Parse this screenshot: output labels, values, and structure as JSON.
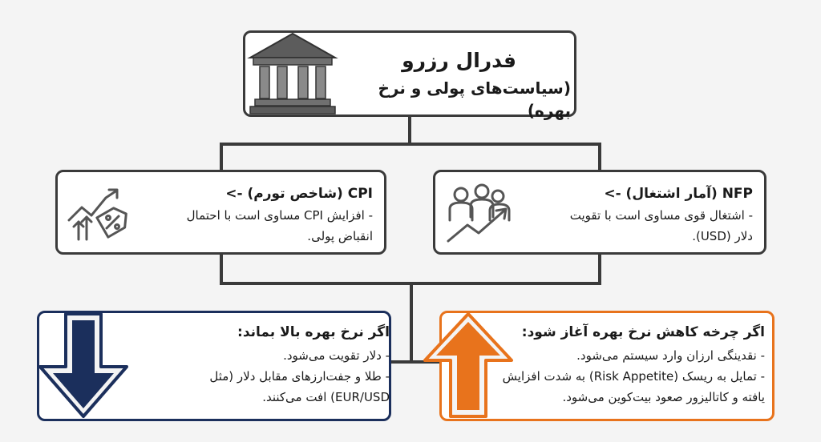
{
  "header": {
    "title": "فدرال رزرو",
    "subtitle": "(سیاست‌های پولی و نرخ بهره)",
    "icon": "bank-building-icon"
  },
  "cpi": {
    "title": "CPI (شاخص تورم) ->",
    "lines": [
      "- افزایش CPI مساوی است با احتمال",
      "انقباض پولی."
    ],
    "icon": "inflation-chart-icon"
  },
  "nfp": {
    "title": "NFP (آمار اشتغال) ->",
    "lines": [
      "- اشتغال قوی مساوی است با تقویت",
      "دلار (USD)."
    ],
    "icon": "employment-growth-icon"
  },
  "high_rate": {
    "title": "اگر نرخ بهره بالا بماند:",
    "lines": [
      "- دلار تقویت می‌شود.",
      "- طلا و جفت‌ارزهای مقابل دلار (مثل",
      "EUR/USD) افت می‌کنند."
    ],
    "icon": "arrow-down-icon",
    "color": "#1b2f5c"
  },
  "rate_cut": {
    "title": "اگر چرخه کاهش نرخ بهره آغاز شود:",
    "lines": [
      "- نقدینگی ارزان وارد سیستم می‌شود.",
      "- تمایل به ریسک (Risk Appetite) به شدت افزایش",
      "یافته و کاتالیزور صعود بیت‌کوین می‌شود."
    ],
    "icon": "arrow-up-icon",
    "color": "#e8731c"
  }
}
